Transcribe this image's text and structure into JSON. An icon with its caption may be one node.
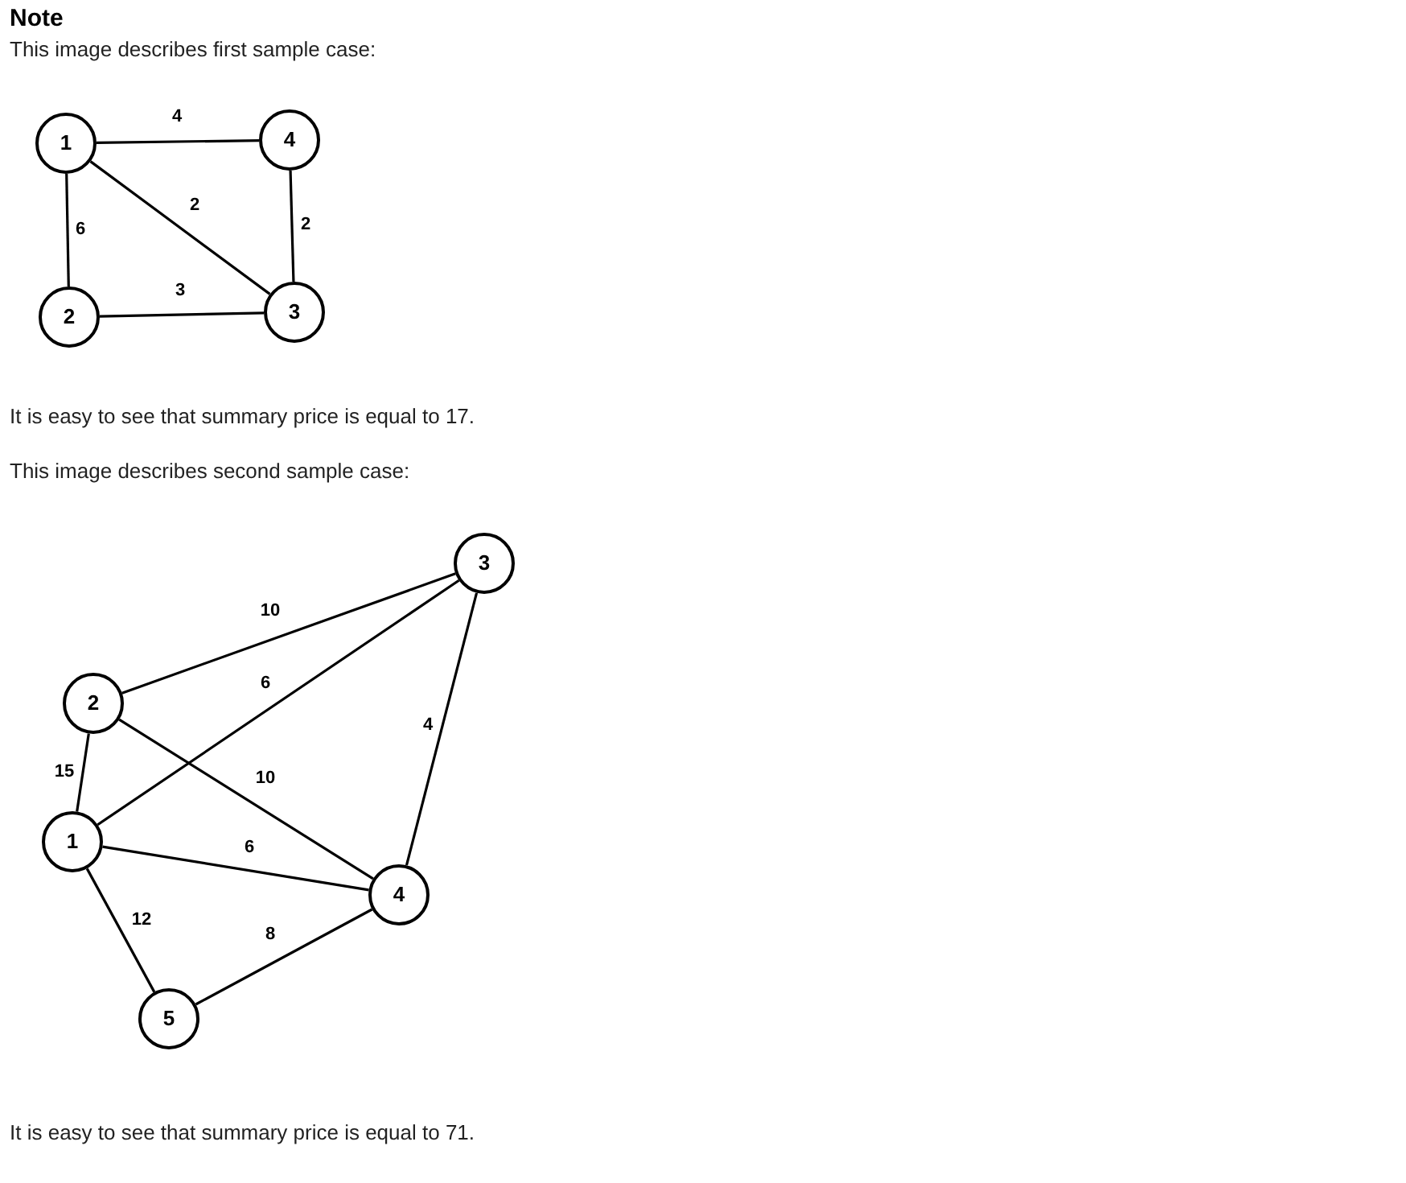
{
  "diagram": {
    "title": "Note",
    "nodes": [
      {
        "text": [
          "1"
        ]
      },
      {
        "text": [
          "4"
        ]
      },
      {
        "text": [
          "2"
        ]
      },
      {
        "text": [
          "3"
        ]
      },
      {
        "text": [
          "3"
        ]
      },
      {
        "text": [
          "2"
        ]
      },
      {
        "text": [
          "1"
        ]
      },
      {
        "text": [
          "4"
        ]
      },
      {
        "text": [
          "5"
        ]
      }
    ],
    "edges": [
      {
        "from": 0,
        "to": 1,
        "arrow": "none",
        "label": "4"
      },
      {
        "from": 0,
        "to": 3,
        "arrow": "none",
        "label": "2"
      },
      {
        "from": 0,
        "to": 2,
        "arrow": "none",
        "label": "6"
      },
      {
        "from": 1,
        "to": 3,
        "arrow": "none",
        "label": "2"
      },
      {
        "from": 2,
        "to": 3,
        "arrow": "none",
        "label": "3"
      },
      {
        "from": 5,
        "to": 4,
        "arrow": "none",
        "label": "10"
      },
      {
        "from": 6,
        "to": 4,
        "arrow": "none",
        "label": "6"
      },
      {
        "from": 5,
        "to": 6,
        "arrow": "none",
        "label": "15"
      },
      {
        "from": 5,
        "to": 7,
        "arrow": "none",
        "label": "10"
      },
      {
        "from": 6,
        "to": 7,
        "arrow": "none",
        "label": "6"
      },
      {
        "from": 4,
        "to": 7,
        "arrow": "none",
        "label": "4"
      },
      {
        "from": 6,
        "to": 8,
        "arrow": "none",
        "label": "12"
      },
      {
        "from": 8,
        "to": 7,
        "arrow": "none",
        "label": "8"
      }
    ],
    "labels": [
      "This image describes first sample case:",
      "It is easy to see that summary price is equal to 17.",
      "This image describes second sample case:",
      "It is easy to see that summary price is equal to 71."
    ]
  }
}
